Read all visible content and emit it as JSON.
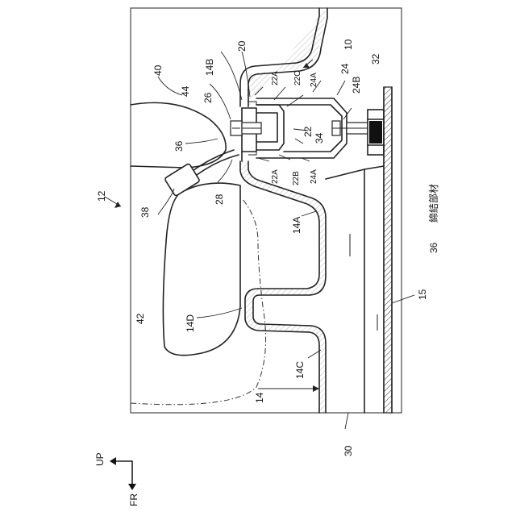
{
  "labels": {
    "l10": "10",
    "l12": "12",
    "l14": "14",
    "l14A": "14A",
    "l14B": "14B",
    "l14C": "14C",
    "l14D": "14D",
    "l15": "15",
    "l20": "20",
    "l22": "22",
    "l22A_top": "22A",
    "l22A_bot": "22A",
    "l22B": "22B",
    "l22C": "22C",
    "l24": "24",
    "l24A_top": "24A",
    "l24A_bot": "24A",
    "l24B": "24B",
    "l26": "26",
    "l28": "28",
    "l30": "30",
    "l32": "32",
    "l34": "34",
    "l36": "36",
    "l38": "38",
    "l40": "40",
    "l42": "42",
    "l44": "44"
  },
  "legend": {
    "number": "36",
    "text": "締結部材"
  },
  "axes": {
    "up": "UP",
    "fr": "FR"
  }
}
